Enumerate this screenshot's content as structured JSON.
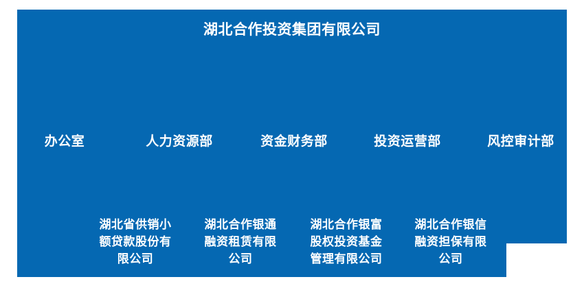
{
  "colors": {
    "page_background": "#ffffff",
    "panel_background": "#0568b2",
    "text": "#ffffff"
  },
  "org_chart": {
    "type": "org-tree",
    "root": {
      "label": "湖北合作投资集团有限公司"
    },
    "departments": [
      {
        "label": "办公室"
      },
      {
        "label": "人力资源部"
      },
      {
        "label": "资金财务部"
      },
      {
        "label": "投资运营部"
      },
      {
        "label": "风控审计部"
      }
    ],
    "subsidiaries": [
      {
        "label": "湖北省供销小额贷款股份有限公司",
        "display": "湖北省供销小\n额贷款股份有\n限公司"
      },
      {
        "label": "湖北合作银通融资租赁有限公司",
        "display": "湖北合作银通\n融资租赁有限\n公司"
      },
      {
        "label": "湖北合作银富股权投资基金管理有限公司",
        "display": "湖北合作银富\n股权投资基金\n管理有限公司"
      },
      {
        "label": "湖北合作银信融资担保有限公司",
        "display": "湖北合作银信\n融资担保有限\n公司"
      }
    ]
  }
}
